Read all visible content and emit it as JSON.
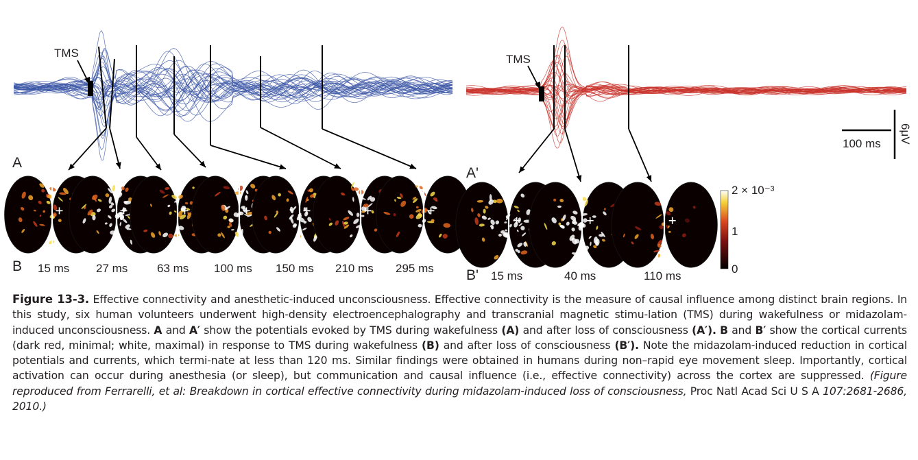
{
  "figure": {
    "panel_a": {
      "label": "A",
      "stim_label": "TMS",
      "colormap_times": [
        "15 ms",
        "27 ms",
        "63 ms",
        "100 ms",
        "150 ms",
        "210 ms",
        "295 ms"
      ],
      "map_label": "B",
      "trace_color": "#3b56a6"
    },
    "panel_a_prime": {
      "label": "A'",
      "stim_label": "TMS",
      "colormap_times": [
        "15 ms",
        "40 ms",
        "110 ms"
      ],
      "map_label": "B'",
      "trace_color": "#c8332b"
    },
    "scale_bar": {
      "time_label": "100 ms",
      "amp_label": "6μV"
    },
    "colorbar": {
      "max_label": "2 × 10⁻³",
      "mid_label": "1",
      "min_label": "0"
    }
  },
  "caption": {
    "figure_number": "Figure 13-3.",
    "part1": " Effective connectivity and anesthetic-induced unconsciousness. Effective connectivity is the measure of causal influence among distinct brain regions. In this study, six human volunteers underwent high-density electroencephalography and transcranial magnetic stimu-lation (TMS) during wakefulness or midazolam-induced unconsciousness. ",
    "b_A": "A",
    "t_and1": " and ",
    "b_Ap": "A′",
    "t_show1": " show the potentials evoked by TMS during wakefulness ",
    "b_A_paren": "(A)",
    "t_after1": " and after loss of consciousness ",
    "b_Ap_paren": "(A′).",
    "t_sp1": " ",
    "b_B": "B",
    "t_and2": " and ",
    "b_Bp": "B′",
    "t_show2": " show the cortical currents (dark red, minimal; white, maximal) in response to TMS during wakefulness ",
    "b_B_paren": "(B)",
    "t_after2": " and after loss of consciousness ",
    "b_Bp_paren": "(B′).",
    "part2": " Note the midazolam-induced reduction in cortical potentials and currents, which termi-nate at less than 120 ms. Similar findings were obtained in humans during non–rapid eye movement sleep. Importantly, cortical activation can occur during anesthesia (or sleep), but communication and causal influence (i.e., effective connectivity) across the cortex are suppressed. ",
    "cite_italic1": "(Figure reproduced from Ferrarelli, et al: Breakdown in cortical effective connectivity during midazolam-induced loss of consciousness,",
    "cite_plain": " Proc Natl Acad Sci U S A ",
    "cite_italic2": "107:2681-2686, 2010.)"
  }
}
